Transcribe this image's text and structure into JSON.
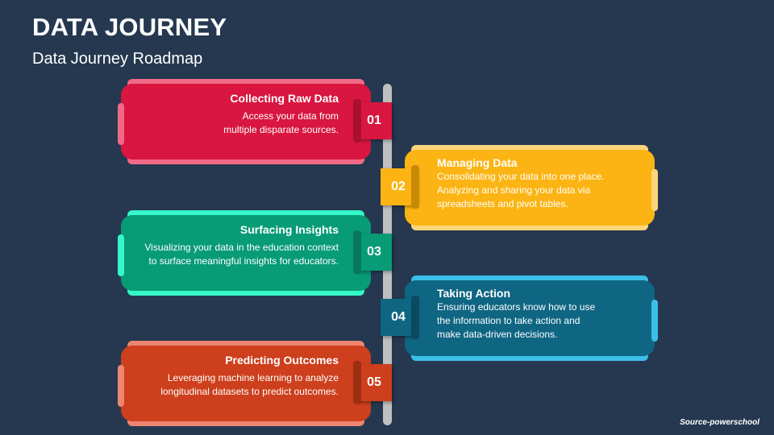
{
  "header": {
    "title": "DATA JOURNEY",
    "subtitle": "Data Journey Roadmap"
  },
  "colors": {
    "background": "#253850",
    "spine": "#c0c0c0"
  },
  "steps": [
    {
      "number": "01",
      "title": "Collecting Raw Data",
      "lines": [
        "Access your data from",
        "multiple disparate sources."
      ],
      "side": "left",
      "main": "#d81640",
      "light": "#f06a86",
      "dark": "#a80f30"
    },
    {
      "number": "02",
      "title": "Managing Data",
      "lines": [
        "Consolidating your data into one place.",
        "Analyzing and sharing your data via",
        "spreadsheets and pivot tables."
      ],
      "side": "right",
      "main": "#fbb413",
      "light": "#fdd57a",
      "dark": "#c88a06"
    },
    {
      "number": "03",
      "title": "Surfacing Insights",
      "lines": [
        "Visualizing your data in the education context",
        "to surface meaningful insights for educators."
      ],
      "side": "left",
      "main": "#079b76",
      "light": "#35f9c8",
      "dark": "#05775a"
    },
    {
      "number": "04",
      "title": "Taking Action",
      "lines": [
        "Ensuring educators know how to use",
        "the information to take action and",
        "make data-driven decisions."
      ],
      "side": "right",
      "main": "#0f6683",
      "light": "#3bbfe9",
      "dark": "#0a4a60"
    },
    {
      "number": "05",
      "title": "Predicting Outcomes",
      "lines": [
        "Leveraging machine learning to analyze",
        "longitudinal datasets to predict outcomes."
      ],
      "side": "left",
      "main": "#cd3f1d",
      "light": "#ec8670",
      "dark": "#9e2e12"
    }
  ],
  "footer": {
    "source": "Source-powerschool"
  }
}
